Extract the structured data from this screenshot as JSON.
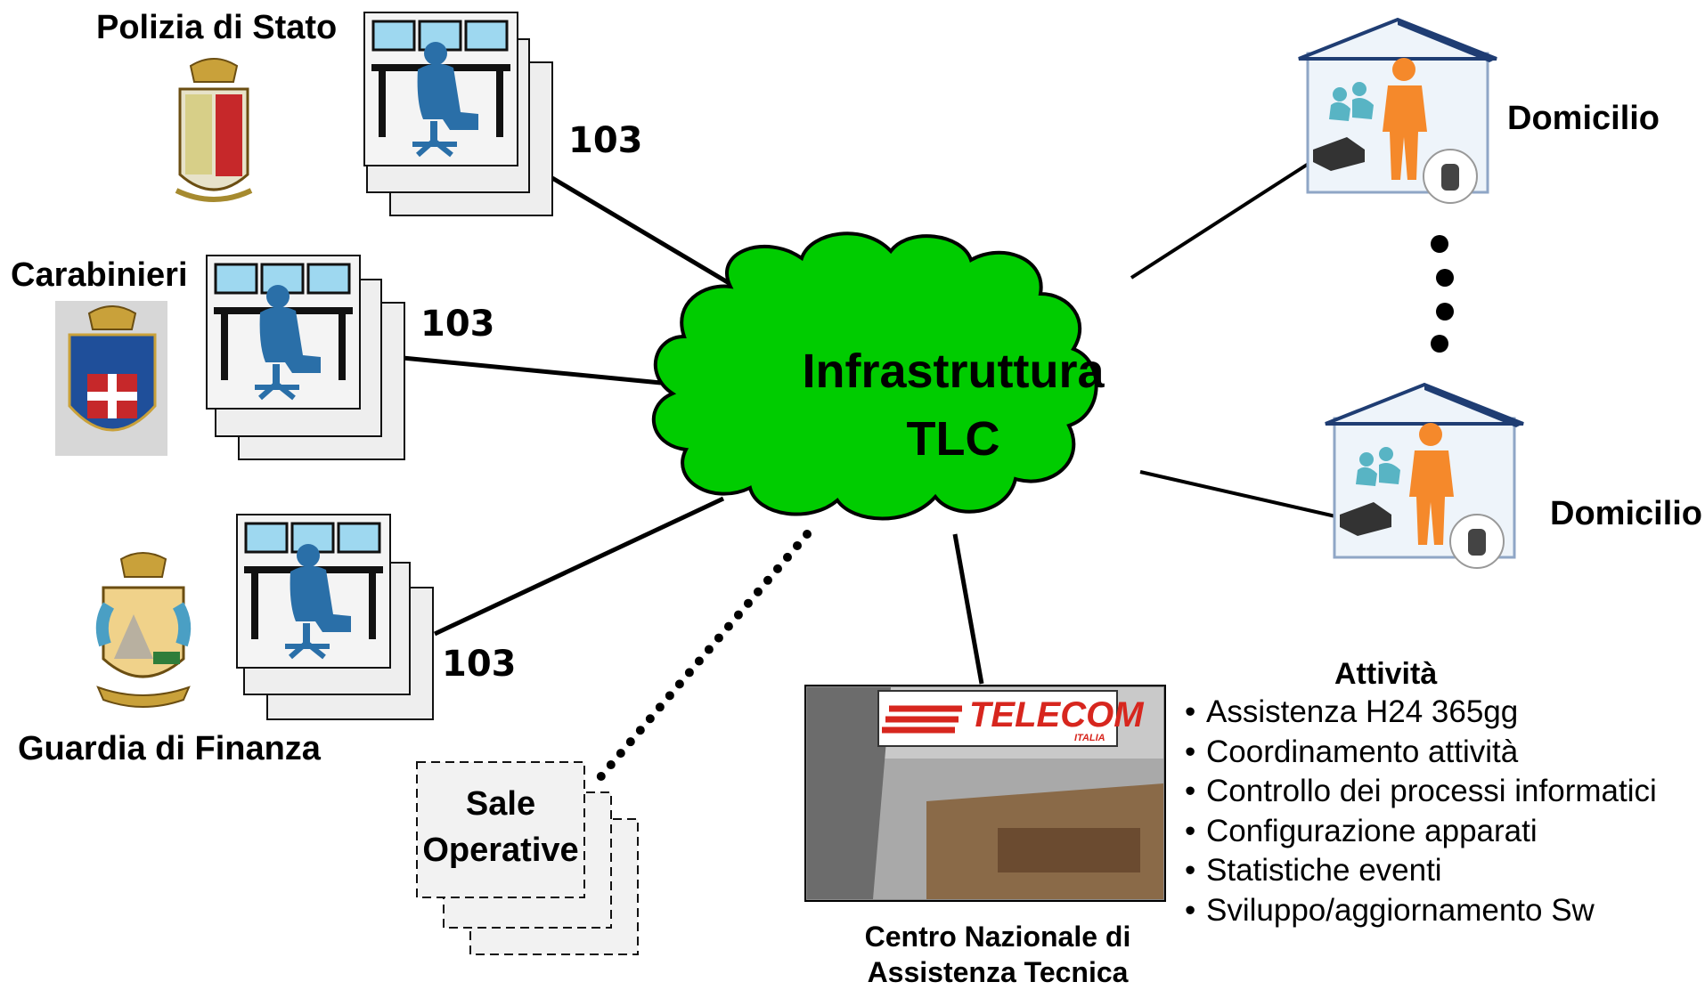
{
  "cloud": {
    "line1": "Infrastruttura",
    "line2": "TLC"
  },
  "nodes": {
    "polizia": {
      "name": "Polizia di Stato",
      "number": "103"
    },
    "carabinieri": {
      "name": "Carabinieri",
      "number": "103"
    },
    "finanza": {
      "name": "Guardia di Finanza",
      "number": "103"
    },
    "sale": {
      "line1": "Sale",
      "line2": "Operative"
    },
    "domicilio_top": {
      "name": "Domicilio"
    },
    "domicilio_bottom": {
      "name": "Domicilio"
    },
    "center": {
      "line1": "Centro  Nazionale di",
      "line2": "Assistenza Tecnica",
      "logo_text": "TELECOM",
      "logo_sub": "ITALIA"
    }
  },
  "activities": {
    "title": "Attività",
    "items": [
      "Assistenza H24 365gg",
      "Coordinamento attività",
      "Controllo dei processi informatici",
      "Configurazione apparati",
      "Statistiche eventi",
      "Sviluppo/aggiornamento Sw"
    ]
  },
  "colors": {
    "cloud_fill": "#00cc00",
    "operator_blue": "#2a6fa8",
    "person_orange": "#f5892b",
    "roof_navy": "#1f3d73",
    "telecom_red": "#d7261e"
  }
}
